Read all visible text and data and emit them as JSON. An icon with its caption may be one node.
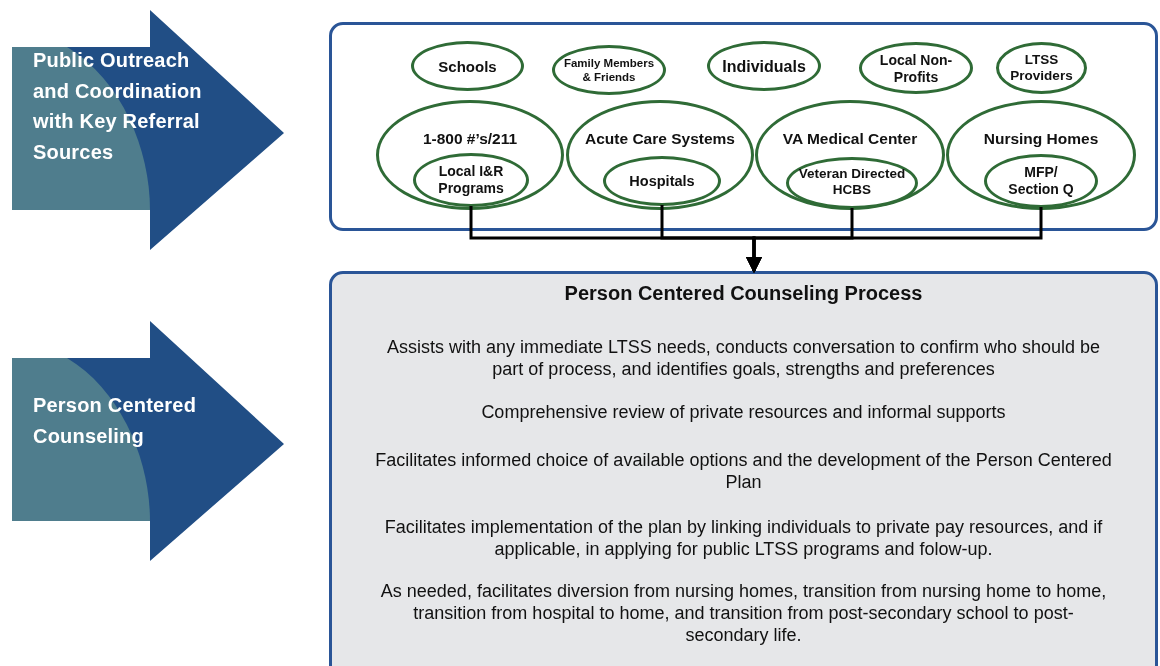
{
  "diagram": {
    "nodes": [
      {
        "text": [
          "Public Outreach and Coordination with Key Referral Sources"
        ]
      },
      {
        "text": [],
        "shape": "box"
      },
      {
        "text": [
          "Schools"
        ],
        "in": 1
      },
      {
        "text": [
          "Family Members & Friends"
        ],
        "in": 1
      },
      {
        "text": [
          "Individuals"
        ],
        "in": 1
      },
      {
        "text": [
          "Local Non-Profits"
        ],
        "in": 1
      },
      {
        "text": [
          "LTSS Providers"
        ],
        "in": 1
      },
      {
        "text": [
          "1-800 #’s/211"
        ],
        "in": 1
      },
      {
        "text": [
          "Local I&R Programs"
        ],
        "in": 7
      },
      {
        "text": [
          "Acute Care Systems"
        ],
        "in": 1
      },
      {
        "text": [
          "Hospitals"
        ],
        "in": 9
      },
      {
        "text": [
          "VA Medical Center"
        ],
        "in": 1
      },
      {
        "text": [
          "Veteran Directed HCBS"
        ],
        "in": 11
      },
      {
        "text": [
          "Nursing Homes"
        ],
        "in": 1
      },
      {
        "text": [
          "MFP/ Section Q"
        ],
        "in": 13
      },
      {
        "text": [
          "Person Centered Counseling"
        ]
      },
      {
        "text": [
          "Person Centered Counseling Process",
          "Assists with any immediate LTSS needs, conducts conversation to confirm who should be part of process, and identifies goals, strengths and preferences",
          "Comprehensive review of private resources and informal supports",
          "Facilitates informed choice of available options and the development of the Person Centered Plan",
          "Facilitates implementation of the plan by linking individuals to private pay resources, and if applicable, in applying for public LTSS programs and folow-up.",
          "As needed, facilitates diversion from nursing homes, transition from nursing home to home, transition from hospital to home, and transition from post-secondary school to post-secondary life."
        ]
      }
    ],
    "edges": [
      {
        "from": 8,
        "to": 16,
        "arrow": "to"
      },
      {
        "from": 10,
        "to": 16,
        "arrow": "to"
      },
      {
        "from": 12,
        "to": 16,
        "arrow": "to"
      },
      {
        "from": 14,
        "to": 16,
        "arrow": "to"
      }
    ]
  }
}
